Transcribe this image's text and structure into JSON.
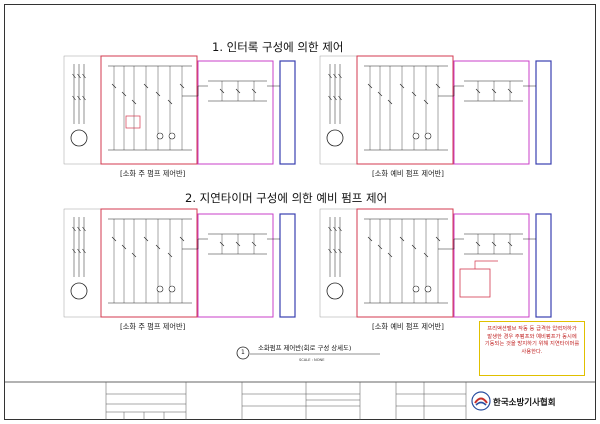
{
  "sections": [
    {
      "title": "1. 인터록 구성에 의한 제어"
    },
    {
      "title": "2. 지연타이머 구성에 의한 예비 펌프 제어"
    }
  ],
  "panels": [
    {
      "caption": "[소화 주 펌프 제어반]"
    },
    {
      "caption": "[소화 예비 펌프 제어반]"
    },
    {
      "caption": "[소화 주 펌프 제어반]"
    },
    {
      "caption": "[소화 예비 펌프 제어반]"
    }
  ],
  "note": {
    "text": "프리액션밸브 작동 등 급격한 압력저하가 발생한 경우 주펌프와 예비펌프가 동시에 기동되는 것을 방지하기 위해 지연타이머를 사용한다."
  },
  "footer": {
    "marker": "1",
    "title": "소화펌프 제어반(회로 구성 상세도)",
    "subtitle": "SCALE : NONE"
  },
  "organization": "한국소방기사협회",
  "colors": {
    "left_box": "#d3384f",
    "right_box": "#c93fc9",
    "far_box": "#3a3fb0",
    "wire": "#222222",
    "note_border": "#e0c000",
    "note_text": "#c02020"
  }
}
